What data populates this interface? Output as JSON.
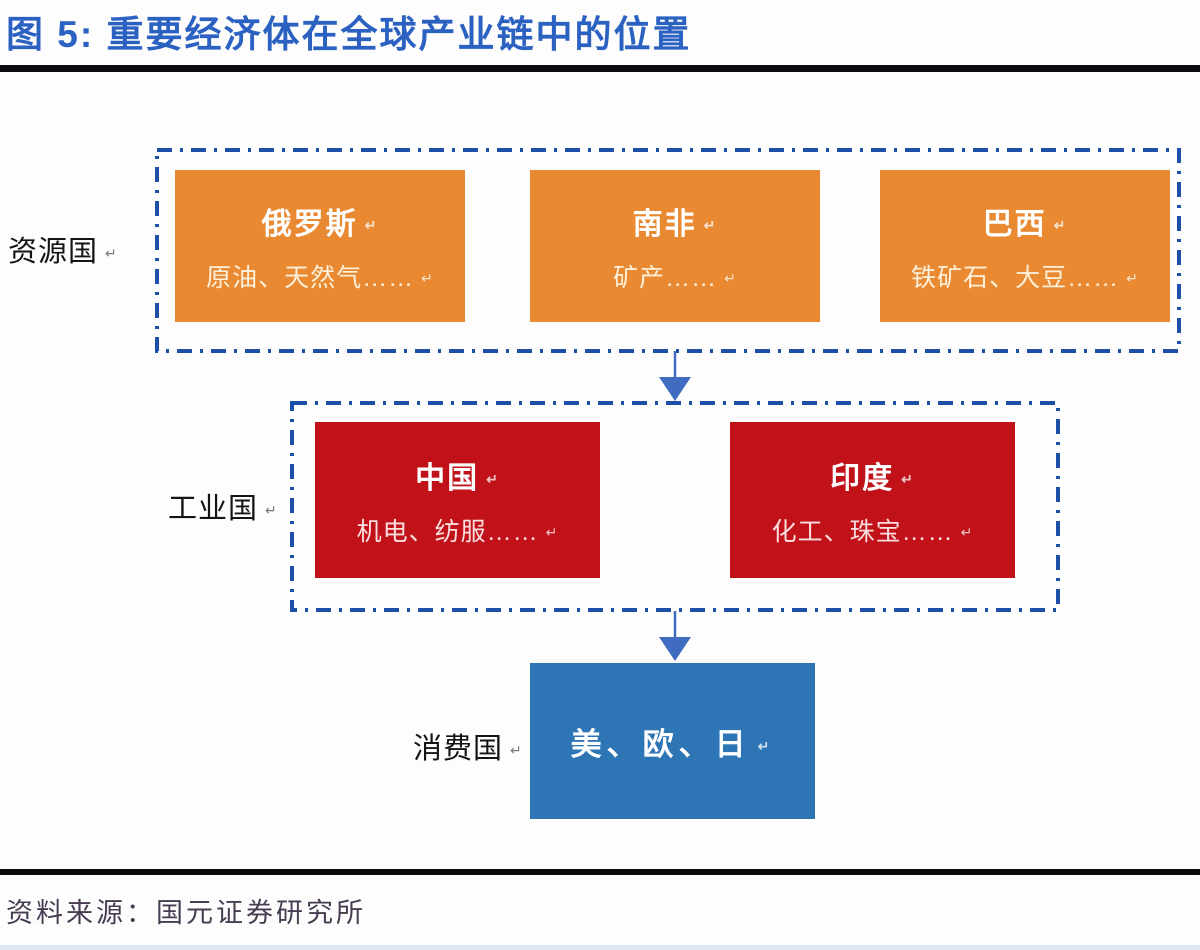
{
  "figure": {
    "title": "图 5:  重要经济体在全球产业链中的位置",
    "source": "资料来源：国元证券研究所"
  },
  "marks": {
    "return": "↵"
  },
  "colors": {
    "title_blue": "#2b62c2",
    "dashed_border_blue": "#1e4fa8",
    "arrow_blue": "#3f6cc1",
    "resource_box_orange": "#e98a33",
    "industrial_box_red": "#c1121a",
    "consumer_box_blue": "#2e75b5",
    "divider_black": "#0b0b10",
    "source_text_color": "#473c51"
  },
  "tiers": [
    {
      "label": "资源国",
      "boxes": [
        {
          "name": "俄罗斯",
          "products": "原油、天然气……"
        },
        {
          "name": "南非",
          "products": "矿产……"
        },
        {
          "name": "巴西",
          "products": "铁矿石、大豆……"
        }
      ]
    },
    {
      "label": "工业国",
      "boxes": [
        {
          "name": "中国",
          "products": "机电、纺服……"
        },
        {
          "name": "印度",
          "products": "化工、珠宝……"
        }
      ]
    },
    {
      "label": "消费国",
      "boxes": [
        {
          "name": "美、欧、日",
          "products": ""
        }
      ]
    }
  ]
}
